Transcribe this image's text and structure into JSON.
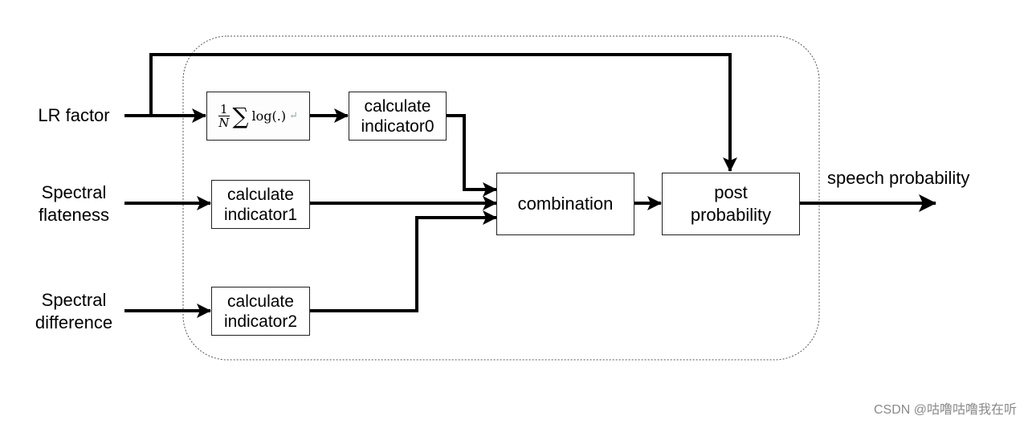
{
  "inputs": {
    "lr_factor": "LR factor",
    "spectral_flatness": [
      "Spectral",
      "flateness"
    ],
    "spectral_difference": [
      "Spectral",
      "difference"
    ]
  },
  "formula": {
    "numerator": "1",
    "denominator": "N",
    "sum_symbol": "∑",
    "function": "log(.)",
    "return_mark": "↵"
  },
  "blocks": {
    "indicator0": [
      "calculate",
      "indicator0"
    ],
    "indicator1": [
      "calculate",
      "indicator1"
    ],
    "indicator2": [
      "calculate",
      "indicator2"
    ],
    "combination": "combination",
    "post_probability": [
      "post",
      "probability"
    ]
  },
  "output": "speech probability",
  "watermark": "CSDN @咕噜咕噜我在听"
}
